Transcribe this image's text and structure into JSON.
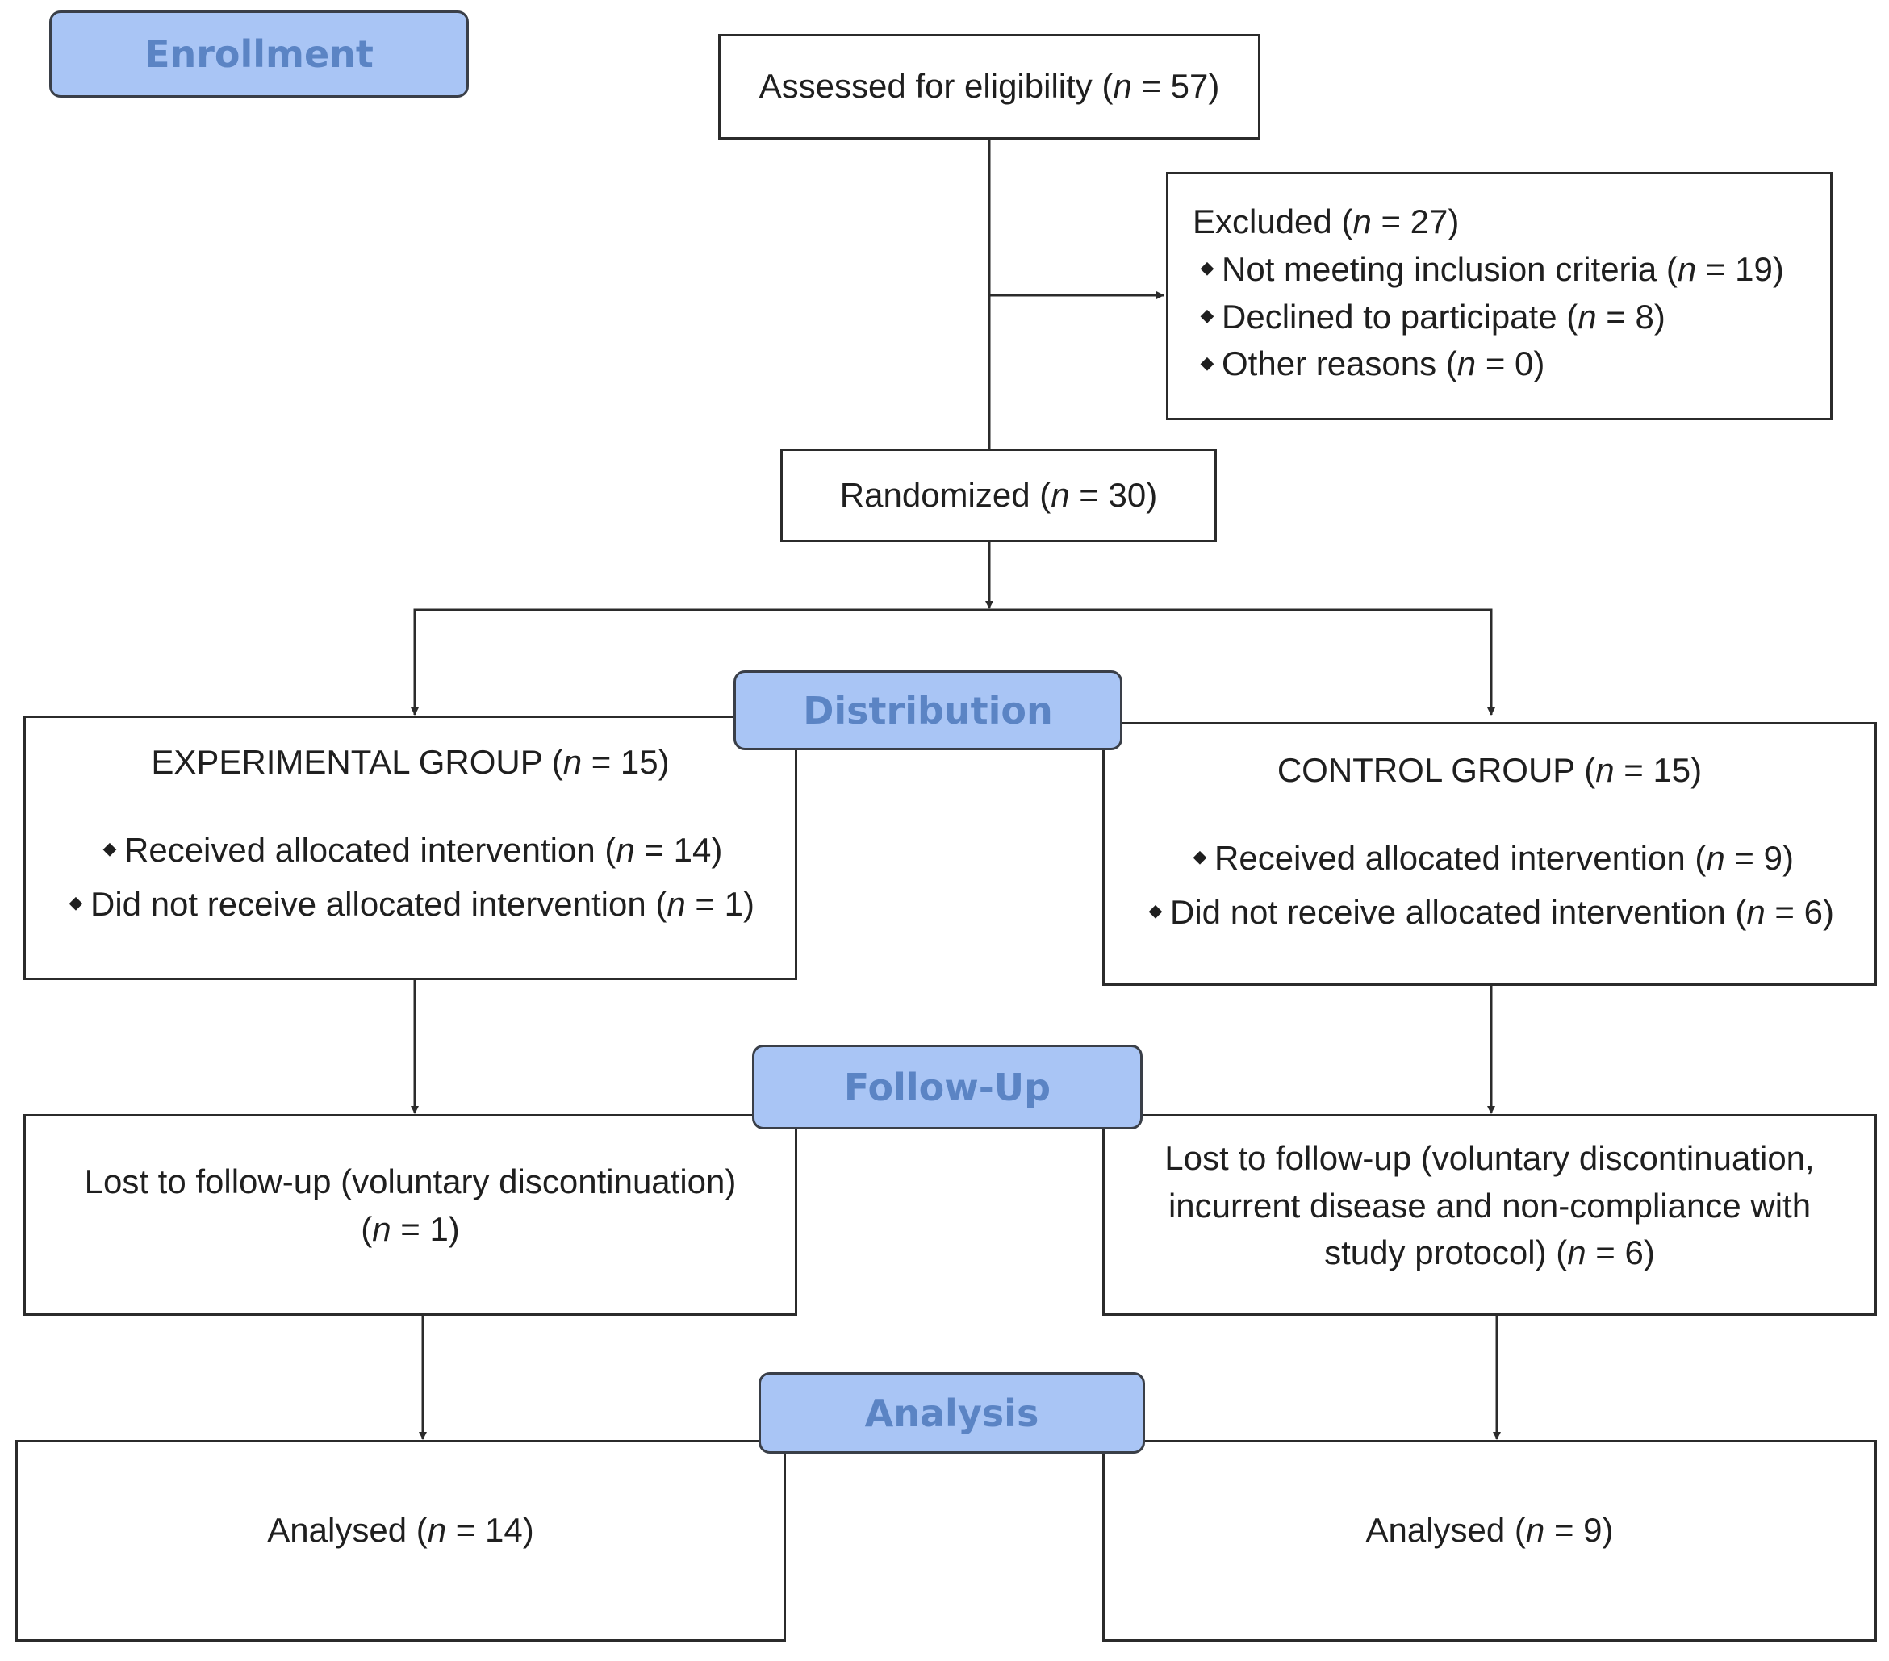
{
  "stages": {
    "enrollment": "Enrollment",
    "distribution": "Distribution",
    "follow_up": "Follow-Up",
    "analysis": "Analysis"
  },
  "assessed": {
    "label": "Assessed for eligibility",
    "n": "57"
  },
  "excluded": {
    "label": "Excluded",
    "n": "27",
    "reasons": [
      {
        "label": "Not meeting inclusion criteria",
        "n": "19"
      },
      {
        "label": "Declined to participate",
        "n": "8"
      },
      {
        "label": "Other reasons",
        "n": "0"
      }
    ]
  },
  "randomized": {
    "label": "Randomized",
    "n": "30"
  },
  "experimental": {
    "title": "EXPERIMENTAL GROUP",
    "n": "15",
    "items": [
      {
        "label": "Received allocated intervention",
        "n": "14"
      },
      {
        "label": "Did not receive allocated intervention",
        "n": "1"
      }
    ],
    "followup": {
      "line1": "Lost to follow-up (voluntary discontinuation)",
      "n": "1"
    },
    "analysed": {
      "label": "Analysed",
      "n": "14"
    }
  },
  "control": {
    "title": "CONTROL GROUP",
    "n": "15",
    "items": [
      {
        "label": "Received allocated intervention",
        "n": "9"
      },
      {
        "label": "Did not receive allocated intervention",
        "n": "6"
      }
    ],
    "followup": {
      "line1": "Lost to follow-up (voluntary discontinuation,",
      "line2": "incurrent disease and non-compliance with",
      "line3": "study protocol)",
      "n": "6"
    },
    "analysed": {
      "label": "Analysed",
      "n": "9"
    }
  },
  "n_symbol": "n",
  "colors": {
    "stage_fill": "#a9c5f5",
    "stage_text": "#5b84c4",
    "line": "#2b2b2b"
  }
}
